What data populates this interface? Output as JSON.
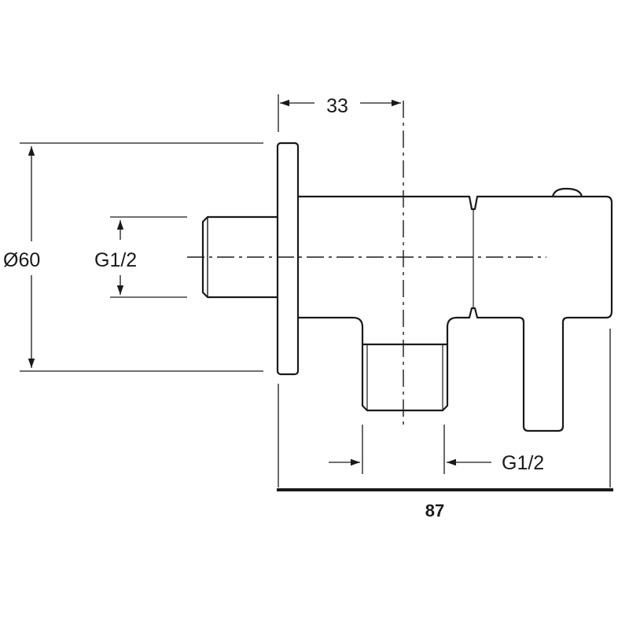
{
  "drawing": {
    "stroke_color": "#1a1a1a",
    "background_color": "#ffffff",
    "dimensions": {
      "offset_top": "33",
      "diameter_flange": "Ø60",
      "thread_inlet": "G1/2",
      "thread_outlet": "G1/2",
      "overall_length": "87"
    }
  }
}
